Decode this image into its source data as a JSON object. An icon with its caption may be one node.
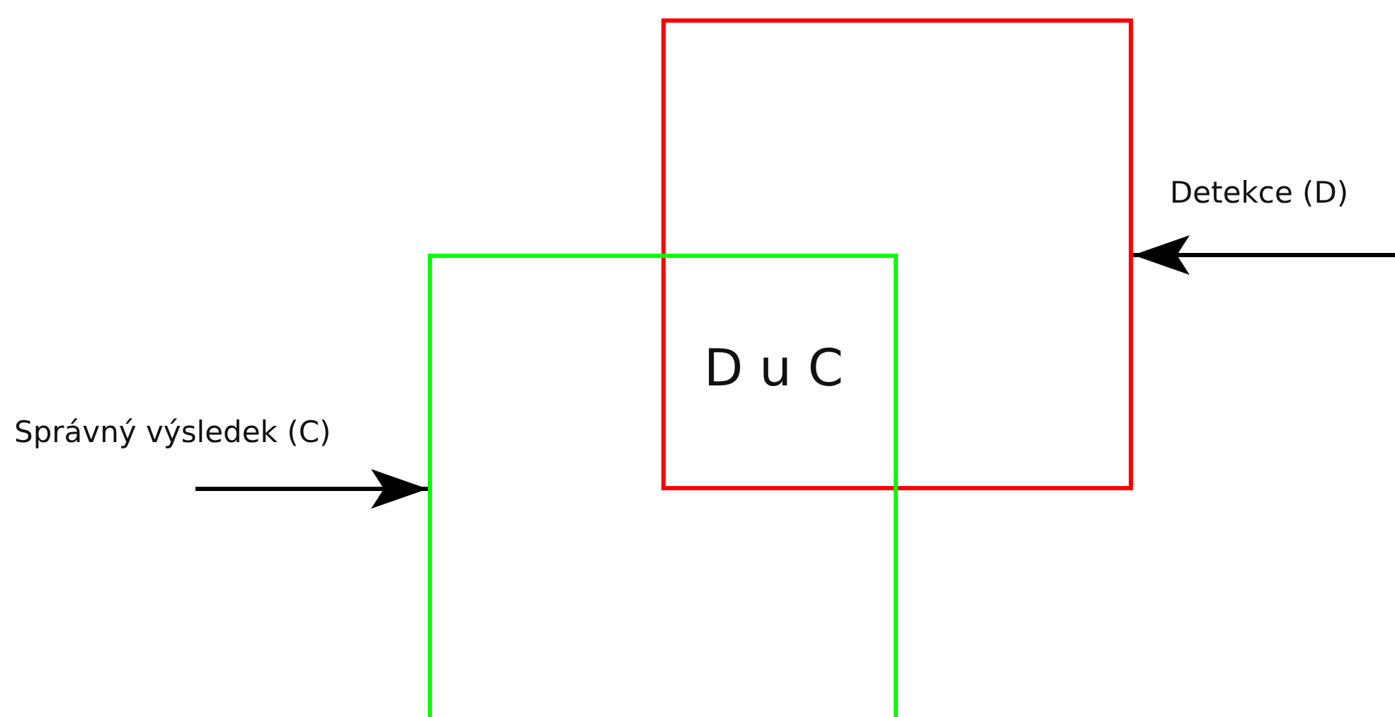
{
  "diagram": {
    "nodes": [
      {
        "text": [],
        "shape": "box"
      },
      {
        "text": [],
        "shape": "box"
      }
    ],
    "edges": [
      {
        "from": null,
        "to": 0,
        "arrow": "to",
        "label": "Detekce (D)"
      },
      {
        "from": null,
        "to": 1,
        "arrow": "to",
        "label": "Správný výsledek (C)"
      }
    ],
    "labels": [
      "D u C"
    ]
  }
}
